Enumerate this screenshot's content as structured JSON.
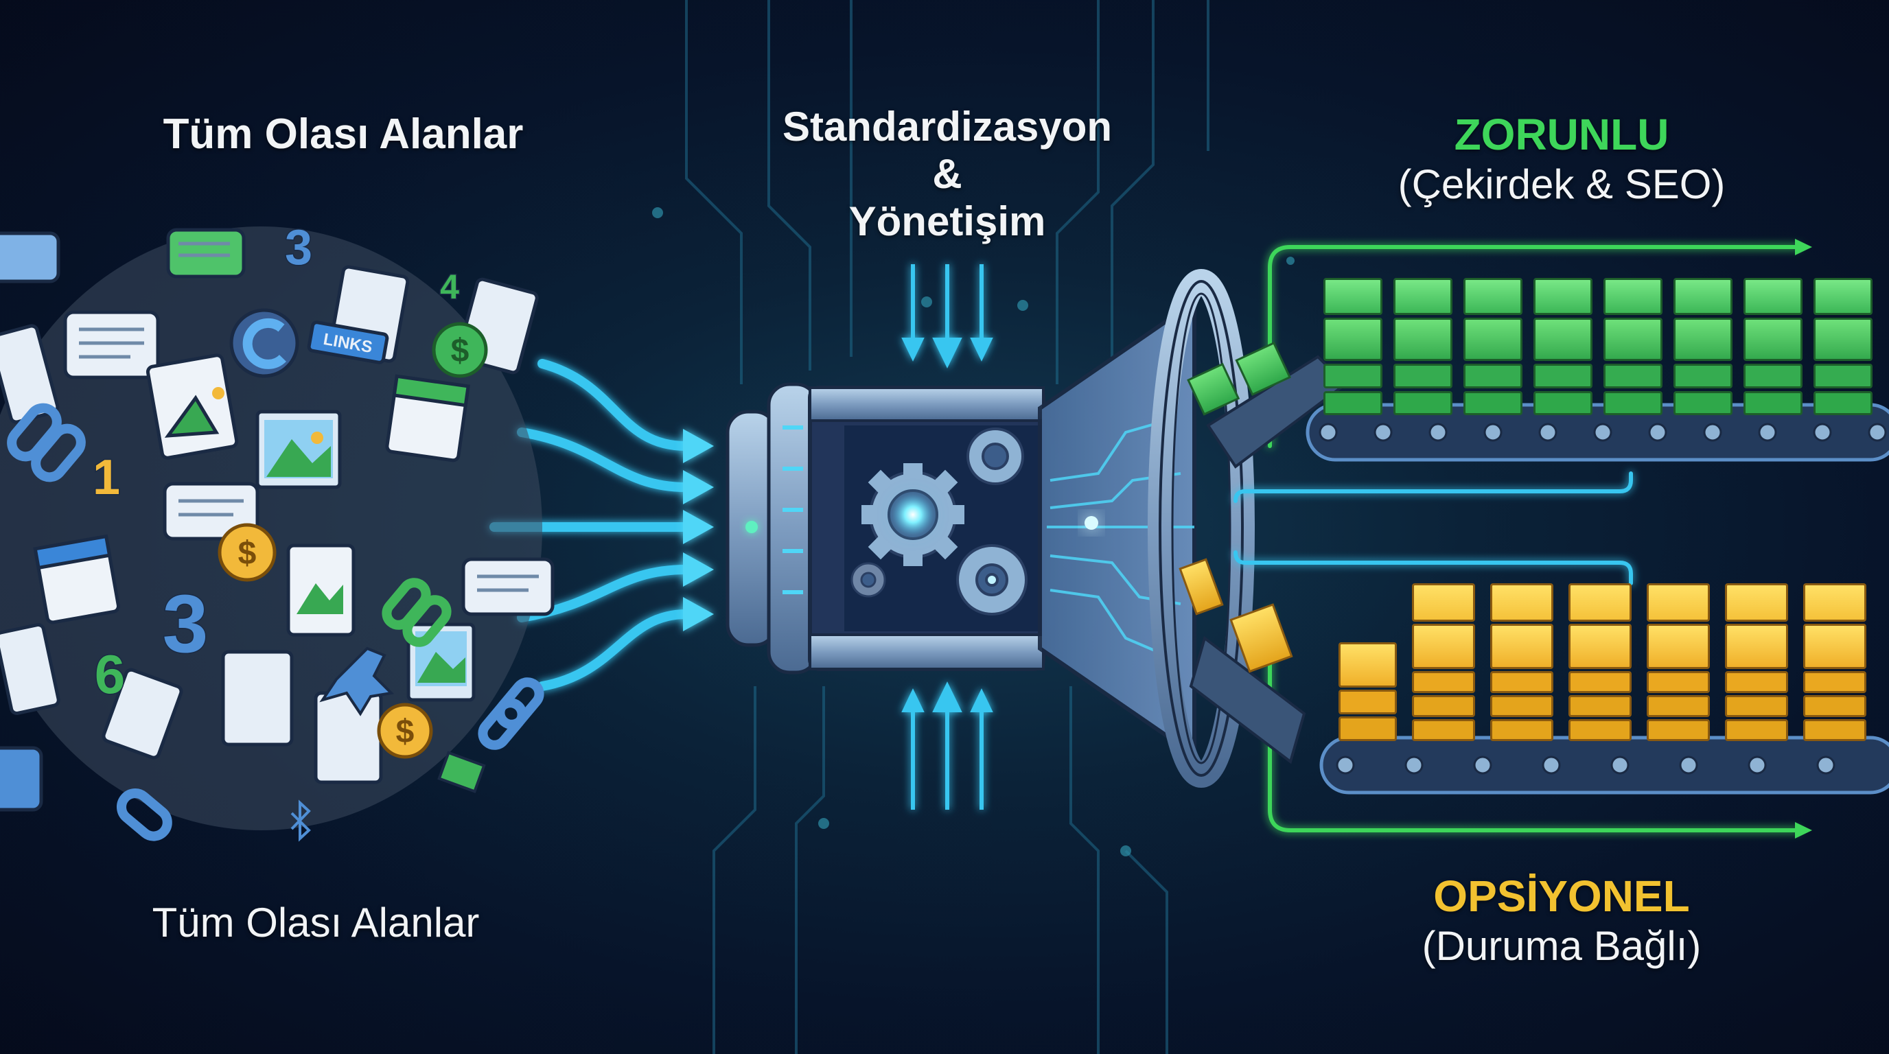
{
  "input": {
    "title_top": "Tüm Olası Alanlar",
    "title_bottom": "Tüm Olası Alanlar",
    "icons": [
      "chat-bubble-icon",
      "document-icon",
      "image-icon",
      "calendar-icon",
      "link-chain-icon",
      "coin-dollar-icon",
      "number-badge-icon",
      "refresh-icon",
      "envelope-icon",
      "bluetooth-icon",
      "link-badge-icon",
      "user-icon"
    ],
    "numbers": [
      "3",
      "4",
      "1",
      "3",
      "6"
    ],
    "coin_symbol": "$",
    "link_badge_text": "LINKS"
  },
  "process": {
    "title_line1": "Standardizasyon",
    "title_line2": "&",
    "title_line3": "Yönetişim",
    "input_arrows": 5,
    "top_arrows": 3,
    "bottom_arrows": 3
  },
  "outputs": {
    "required": {
      "title": "ZORUNLU",
      "subtitle": "(Çekirdek & SEO)",
      "color": "#3ed65a",
      "stack_count": 8
    },
    "optional": {
      "title": "OPSİYONEL",
      "subtitle": "(Duruma Bağlı)",
      "color": "#f2c230",
      "stack_count": 7
    }
  },
  "colors": {
    "background": "#07142a",
    "flow_cyan": "#39c6f0",
    "green": "#3ed65a",
    "gold": "#f2c230",
    "metal": "#8fb3d4"
  }
}
